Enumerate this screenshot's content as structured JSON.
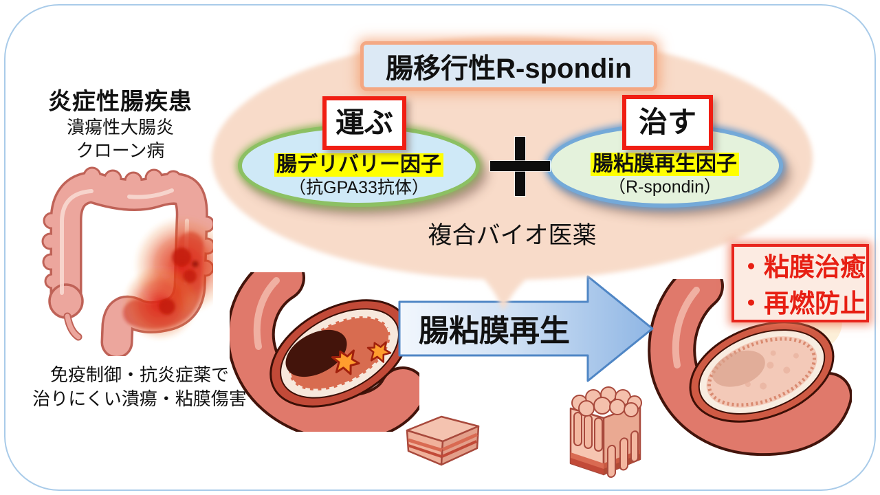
{
  "diagram": {
    "title": "腸移行性R-spondin",
    "disease": {
      "heading": "炎症性腸疾患",
      "sub1": "潰瘍性大腸炎",
      "sub2": "クローン病"
    },
    "caption": {
      "line1": "免疫制御・抗炎症薬で",
      "line2": "治りにくい潰瘍・粘膜傷害"
    },
    "carrier": {
      "badge": "運ぶ",
      "name": "腸デリバリー因子",
      "detail": "（抗GPA33抗体）"
    },
    "healer": {
      "badge": "治す",
      "name": "腸粘膜再生因子",
      "detail": "（R-spondin）"
    },
    "plus": "＋",
    "combo_label": "複合バイオ医薬",
    "arrow_label": "腸粘膜再生",
    "outcomes": {
      "item1": "・粘膜治癒",
      "item2": "・再燃防止"
    }
  },
  "icons": {
    "colon": "inflamed-colon-illustration",
    "damaged_intestine": "ulcerated-intestine-cross-section",
    "healed_intestine": "healed-intestine-cross-section",
    "flat_mucosa": "damaged-flat-mucosa-cube",
    "regenerated_mucosa": "regenerated-villi-mucosa-cube"
  },
  "colors": {
    "frame_border": "#a9cbe9",
    "bubble_peach": "#f8dbc9",
    "title_fill": "#dce9f5",
    "carrier_fill": "#cfe9f7",
    "carrier_border": "#8cc063",
    "healer_fill": "#e4f2dc",
    "healer_border": "#74a9d8",
    "highlight_yellow": "#ffff00",
    "badge_border_red": "#f01e13",
    "outcome_red": "#e71f13",
    "arrow_blue": "#4f86c5"
  }
}
